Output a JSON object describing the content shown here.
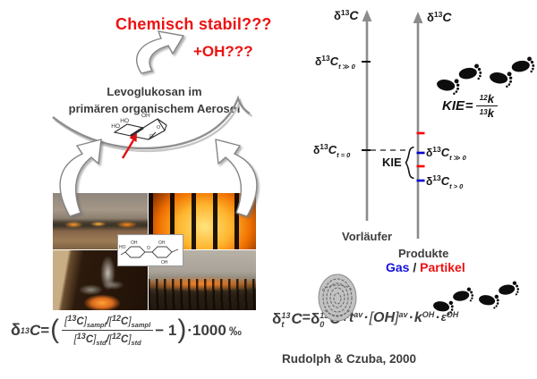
{
  "colors": {
    "accent_red": "#ee1111",
    "accent_blue": "#1111dd",
    "text_dark": "#3d3d3d",
    "axis_gray": "#8c8c8c",
    "tick_red": "#ff0000",
    "tick_blue": "#0000cc"
  },
  "left": {
    "stability_question": "Chemisch stabil???",
    "oh_question": "+OH???",
    "cloud_title_line1": "Levoglukosan im",
    "cloud_title_line2": "primären organischem Aerosol",
    "molecule_labels": {
      "ho_top": "HO",
      "ho_left": "HO",
      "oh_right": "OH",
      "o_inner": "O",
      "o_bridge": "O"
    },
    "cellulose_labels": {
      "oh_a": "OH",
      "ho": "HO",
      "o": "O",
      "oh_b": "OH",
      "oh_c": "OH"
    },
    "delta_equation": {
      "delta": "δ",
      "iso13": "13",
      "iso12": "12",
      "c": "C",
      "equals": "=",
      "lparen": "(",
      "rparen": ")",
      "lbracket": "[",
      "rbracket": "]",
      "slash": "/",
      "sub_sample": "sampl",
      "sub_std": "std",
      "minus_one": "− 1",
      "times": "·",
      "factor": "1000",
      "permil": "‰"
    }
  },
  "right": {
    "axis_title": {
      "delta": "δ",
      "iso": "13",
      "c": "C"
    },
    "precursor_axis": {
      "tick_top_sub": "t ≫ 0",
      "tick_mid_sub": "t = 0"
    },
    "product_axis": {
      "upper_sub": "t ≫ 0",
      "lower_sub": "t > 0"
    },
    "kie_label": "KIE",
    "kie_equation": {
      "lhs": "KIE",
      "equals": "=",
      "num_iso": "12",
      "num_k": "k",
      "den_iso": "13",
      "den_k": "k"
    },
    "precursor_label": "Vorläufer",
    "product_label": "Produkte",
    "phase": {
      "gas": "Gas",
      "separator": "/",
      "particle": "Partikel"
    },
    "rate_equation": {
      "delta": "δ",
      "iso": "13",
      "sub_t": "t",
      "sub_0": "0",
      "c": "C",
      "equals": "=",
      "plus": "+",
      "t": "t",
      "sub_av": "av",
      "dot": "·",
      "lbracket": "[",
      "oh": "OH",
      "rbracket": "]",
      "k": "k",
      "sub_koh": "OH",
      "epsilon": "ε",
      "sub_eoh": "OH"
    },
    "reference": "Rudolph & Czuba, 2000"
  }
}
